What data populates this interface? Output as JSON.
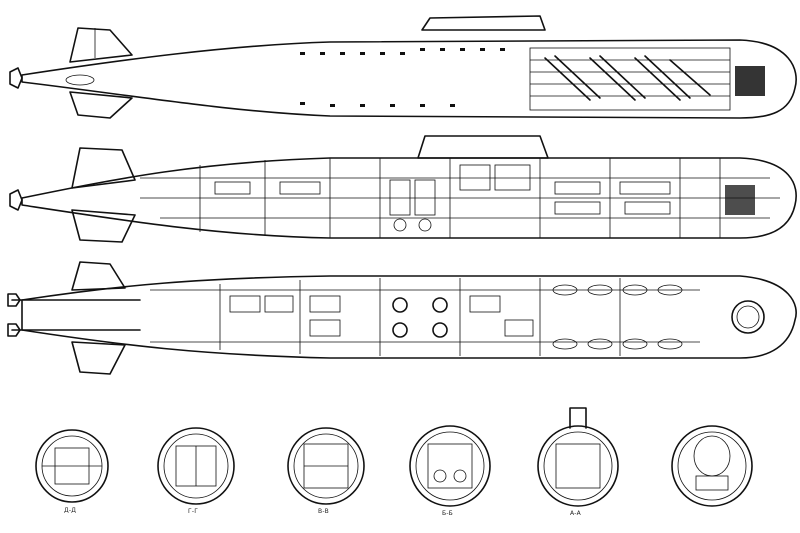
{
  "colors": {
    "ink": "#111111",
    "paper": "#ffffff"
  },
  "views": [
    {
      "id": "top-view",
      "kind": "plan-with-torpedo-room"
    },
    {
      "id": "side-section",
      "kind": "longitudinal-section"
    },
    {
      "id": "deck-plan",
      "kind": "horizontal-section"
    }
  ],
  "sections": [
    {
      "label": "Д-Д"
    },
    {
      "label": "Г-Г"
    },
    {
      "label": "В-В"
    },
    {
      "label": "Б-Б"
    },
    {
      "label": "А-А"
    },
    {
      "label": ""
    }
  ]
}
